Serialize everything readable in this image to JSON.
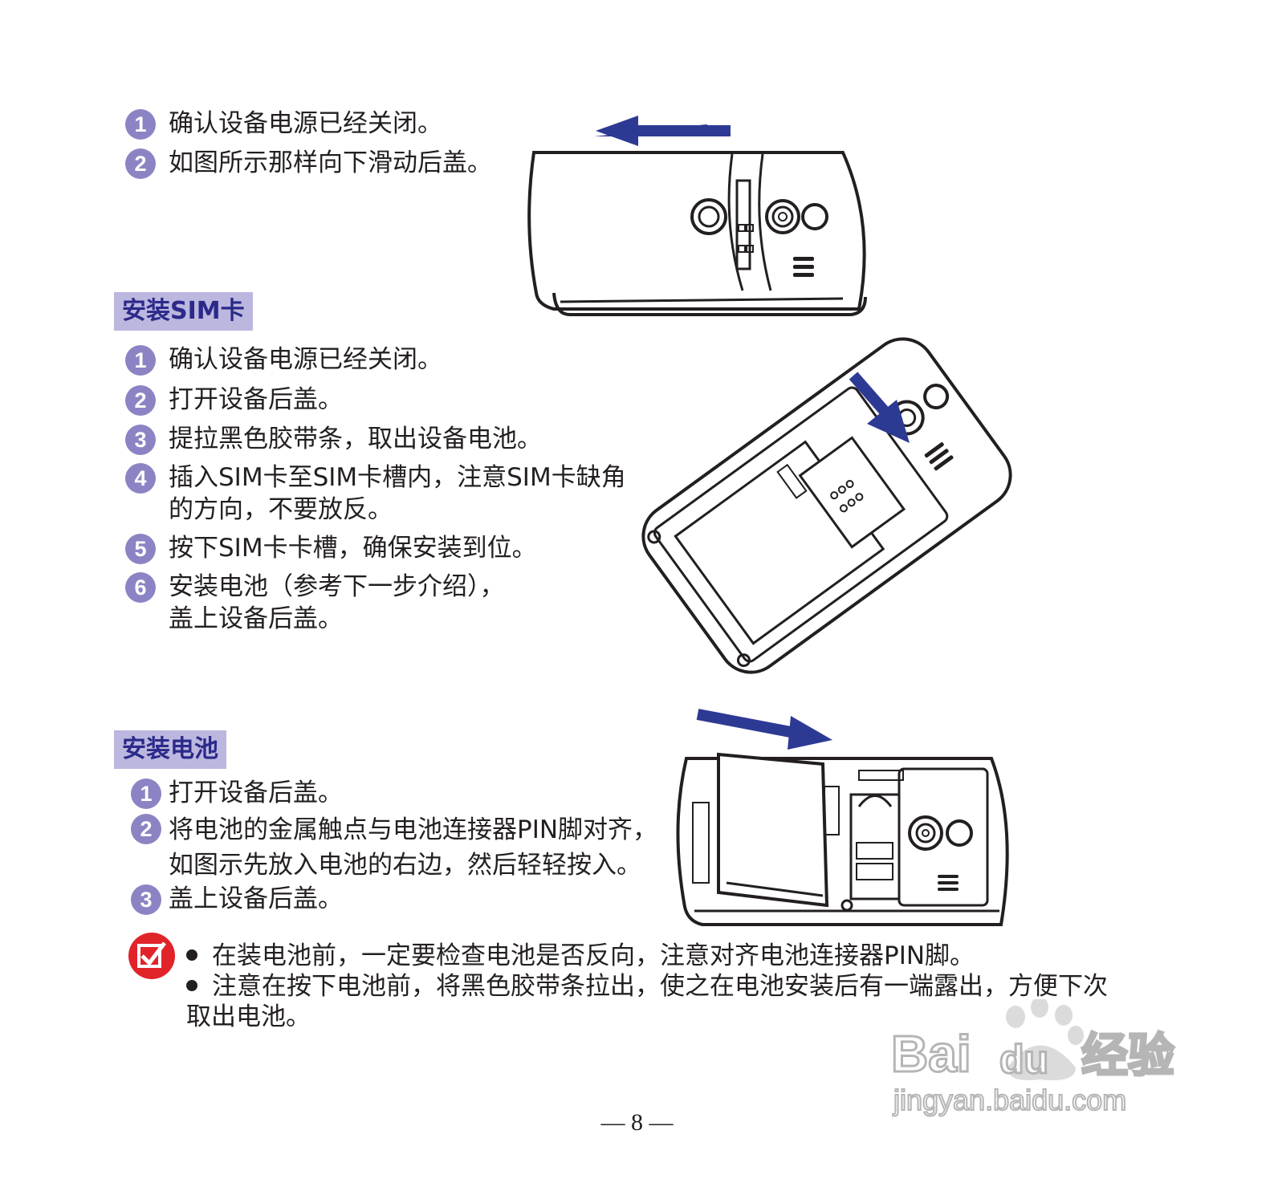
{
  "remove_cover": {
    "steps": [
      {
        "num": "1",
        "text": "确认设备电源已经关闭。"
      },
      {
        "num": "2",
        "text": "如图所示那样向下滑动后盖。"
      }
    ]
  },
  "sim": {
    "heading": "安装SIM卡",
    "steps": [
      {
        "num": "1",
        "lines": [
          "确认设备电源已经关闭。"
        ]
      },
      {
        "num": "2",
        "lines": [
          "打开设备后盖。"
        ]
      },
      {
        "num": "3",
        "lines": [
          "提拉黑色胶带条，取出设备电池。"
        ]
      },
      {
        "num": "4",
        "lines": [
          "插入SIM卡至SIM卡槽内，注意SIM卡缺角",
          "的方向，不要放反。"
        ]
      },
      {
        "num": "5",
        "lines": [
          "按下SIM卡卡槽，确保安装到位。"
        ]
      },
      {
        "num": "6",
        "lines": [
          "安装电池（参考下一步介绍），",
          "盖上设备后盖。"
        ]
      }
    ]
  },
  "battery": {
    "heading": "安装电池",
    "steps": [
      {
        "num": "1",
        "lines": [
          "打开设备后盖。"
        ]
      },
      {
        "num": "2",
        "lines": [
          "将电池的金属触点与电池连接器PIN脚对齐，",
          "如图示先放入电池的右边，然后轻轻按入。"
        ]
      },
      {
        "num": "3",
        "lines": [
          "盖上设备后盖。"
        ]
      }
    ]
  },
  "notes": {
    "icon": "checkbox-note-icon",
    "lines": [
      "在装电池前，一定要检查电池是否反向，注意对齐电池连接器PIN脚。",
      "注意在按下电池前，将黑色胶带条拉出，使之在电池安装后有一端露出，方便下次",
      "取出电池。"
    ]
  },
  "page_number": "— 8 —",
  "watermark": {
    "brand": "Bai",
    "brand2": "du",
    "cn": "经验",
    "url": "jingyan.baidu.com"
  },
  "colors": {
    "badge": "#8b84c4",
    "heading_bg": "#bcb7df",
    "heading_text": "#2b2a8a",
    "arrow": "#2d3a94",
    "note_red": "#e1242a"
  }
}
